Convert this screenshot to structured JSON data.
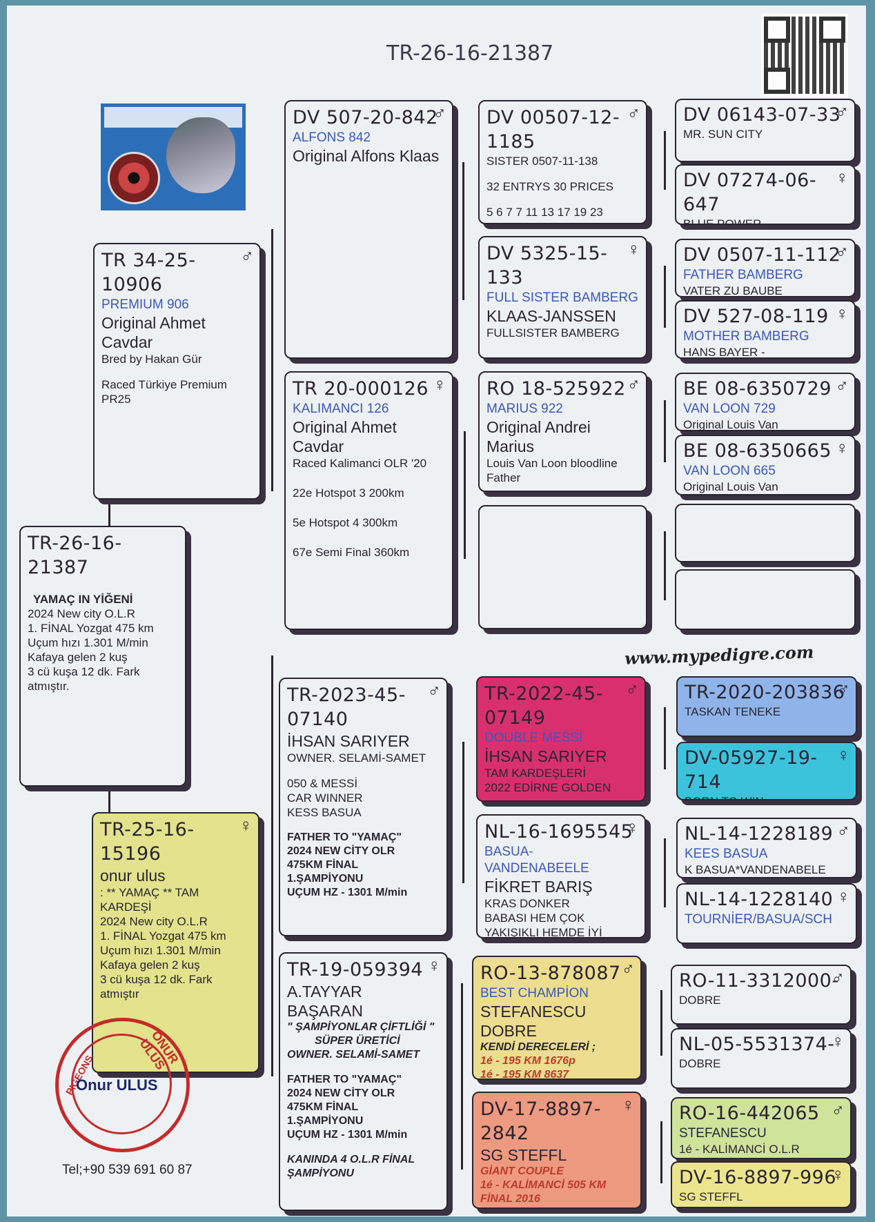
{
  "title": "TR-26-16-21387",
  "website": "www.mypedigre.com",
  "contact": "Tel;+90 539 691 60 87",
  "stamp": {
    "name": "Onur ULUS",
    "ring_right": "ONUR ULUS",
    "ring_left": "PIGEONS"
  },
  "subject": {
    "ring": "TR-26-16-21387",
    "lines": [
      "YAMAÇ IN YİĞENİ",
      "2024 New city O.L.R",
      "1. FİNAL Yozgat 475 km",
      "Uçum hızı 1.301 M/min",
      "Kafaya gelen 2 kuş",
      "3 cü kuşa 12 dk. Fark",
      "atmıştır."
    ]
  },
  "sire": {
    "ring": "TR 34-25-10906",
    "sex": "♂",
    "sub": "PREMIUM 906",
    "name": "Original Ahmet Cavdar",
    "l1": "Bred by Hakan Gür",
    "l2": "Raced Türkiye Premium PR25"
  },
  "dam": {
    "ring": "TR-25-16-15196",
    "sex": "♀",
    "name": "onur ulus",
    "lines": [
      ": ** YAMAÇ ** TAM KARDEŞİ",
      "2024 New city O.L.R",
      "1. FİNAL Yozgat 475 km",
      "Uçum hızı 1.301 M/min",
      "Kafaya gelen 2 kuş",
      "3 cü kuşa 12 dk. Fark",
      "atmıştır"
    ]
  },
  "ss": {
    "ring": "DV 507-20-842",
    "sex": "♂",
    "sub": "ALFONS 842",
    "name": "Original Alfons Klaas"
  },
  "sd": {
    "ring": "TR 20-000126",
    "sex": "♀",
    "sub": "KALIMANCI 126",
    "name": "Original Ahmet Cavdar",
    "l1": "Raced Kalimanci OLR '20",
    "l2": "22e Hotspot 3 200km",
    "l3": "5e Hotspot 4 300km",
    "l4": "67e Semi Final 360km"
  },
  "ds": {
    "ring": "TR-2023-45-07140",
    "sex": "♂",
    "name": "İHSAN SARIYER",
    "owner": "OWNER. SELAMİ-SAMET",
    "l1": "050 & MESSİ",
    "l2": "CAR WINNER",
    "l3": "KESS BASUA",
    "b1": "FATHER TO \"YAMAÇ\"",
    "b2": "2024 NEW CİTY OLR",
    "b3": "475KM FİNAL",
    "b4": "1.ŞAMPİYONU",
    "b5": "UÇUM HZ - 1301 M/min"
  },
  "dd": {
    "ring": "TR-19-059394",
    "sex": "♀",
    "name": "A.TAYYAR BAŞARAN",
    "i1": "\" ŞAMPİYONLAR ÇİFTLİĞİ \"",
    "i2": "SÜPER ÜRETİCİ",
    "i3": "OWNER. SELAMİ-SAMET",
    "b1": "FATHER TO \"YAMAÇ\"",
    "b2": "2024 NEW CİTY OLR",
    "b3": "475KM FİNAL",
    "b4": "1.ŞAMPİYONU",
    "b5": "UÇUM HZ - 1301 M/min",
    "i4": "KANINDA 4 O.L.R  FİNAL ŞAMPİYONU"
  },
  "sss": {
    "ring": "DV 00507-12-1185",
    "sex": "♂",
    "l1": "SISTER 0507-11-138",
    "l2": "32 ENTRYS 30 PRICES",
    "l3": "5 6 7 7 11 13 17 19 23"
  },
  "ssd": {
    "ring": "DV 5325-15-133",
    "sex": "♀",
    "sub": "FULL SISTER BAMBERG",
    "name": "KLAAS-JANSSEN",
    "l1": "FULLSISTER BAMBERG"
  },
  "sds": {
    "ring": "RO 18-525922",
    "sex": "♂",
    "sub": "MARIUS 922",
    "name": "Original Andrei Marius",
    "l1": "Louis Van Loon bloodline Father"
  },
  "dss": {
    "ring": "TR-2022-45-07149",
    "sex": "♂",
    "sub": "DOUBLE MESSİ",
    "name": "İHSAN SARIYER",
    "l1": "TAM KARDEŞLERİ",
    "l2": "2022 EDİRNE GOLDEN",
    "color": "#d8306e"
  },
  "dsd": {
    "ring": "NL-16-1695545",
    "sex": "♀",
    "sub": "BASUA-VANDENABEELE",
    "name": "FİKRET BARIŞ",
    "l1": "KRAS DONKER",
    "l2": "BABASI HEM ÇOK",
    "l3": "YAKIŞIKLI HEMDE İYİ"
  },
  "dds": {
    "ring": "RO-13-878087",
    "sex": "♂",
    "sub": "BEST CHAMPİON",
    "name": "STEFANESCU DOBRE",
    "i1": "KENDİ DERECELERİ ;",
    "r1": "1é - 195 KM 1676p",
    "r2": "1é - 195 KM 8637",
    "color": "#ecde8e"
  },
  "ddd": {
    "ring": "DV-17-8897-2842",
    "sex": "♀",
    "name": "SG STEFFL",
    "r1": "GİANT COUPLE",
    "r2": "1é - KALİMANCİ 505 KM",
    "r3": "FİNAL 2016",
    "color": "#ee9a80"
  },
  "g": [
    {
      "ring": "DV 06143-07-33",
      "sex": "♂",
      "cut": "MR. SUN CITY"
    },
    {
      "ring": "DV 07274-06-647",
      "sex": "♀",
      "cut": "BLUE POWER"
    },
    {
      "ring": "DV 0507-11-112",
      "sex": "♂",
      "sub": "FATHER BAMBERG",
      "cut": "VATER ZU BAUBE"
    },
    {
      "ring": "DV 527-08-119",
      "sex": "♀",
      "sub": "MOTHER BAMBERG",
      "cut": "HANS BAYER -"
    },
    {
      "ring": "BE 08-6350729",
      "sex": "♂",
      "sub": "VAN LOON 729",
      "cut": "Original Louis Van"
    },
    {
      "ring": "BE 08-6350665",
      "sex": "♀",
      "sub": "VAN LOON 665",
      "cut": "Original Louis Van"
    },
    {
      "ring": "TR-2020-203836",
      "sex": "♂",
      "cut": "TASKAN TENEKE",
      "color": "#8fb4ea"
    },
    {
      "ring": "DV-05927-19-714",
      "sex": "♀",
      "cut": "BORN TO WIN",
      "color": "#3cc3dc"
    },
    {
      "ring": "NL-14-1228189",
      "sex": "♂",
      "sub": "KEES BASUA",
      "cut": "K BASUA*VANDENABELE"
    },
    {
      "ring": "NL-14-1228140",
      "sex": "♀",
      "sub": "TOURNİER/BASUA/SCH"
    },
    {
      "ring": "RO-11-3312000-",
      "sex": "♂",
      "cut": "DOBRE"
    },
    {
      "ring": "NL-05-5531374-",
      "sex": "♀",
      "cut": "DOBRE"
    },
    {
      "ring": "RO-16-442065",
      "sex": "♂",
      "sub": "STEFANESCU",
      "cut": "1é - KALİMANCİ O.L.R",
      "color": "#cfe39a"
    },
    {
      "ring": "DV-16-8897-996",
      "sex": "♀",
      "cut": "SG STEFFL",
      "color": "#ece58e"
    }
  ]
}
